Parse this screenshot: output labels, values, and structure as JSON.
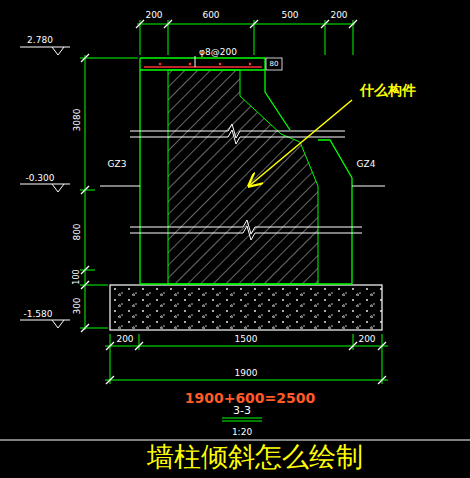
{
  "diagram": {
    "caption": "墙柱倾斜怎么绘制",
    "labels": [
      "200",
      "600",
      "500",
      "200",
      "2.780",
      "φ8@200",
      "80",
      "3080",
      "什么构件",
      "GZ3",
      "-0.300",
      "GZ4",
      "800",
      "100",
      "-1.580",
      "300",
      "200",
      "1500",
      "200",
      "1900",
      "1900+600=2500",
      "3-3",
      "1:20"
    ]
  }
}
